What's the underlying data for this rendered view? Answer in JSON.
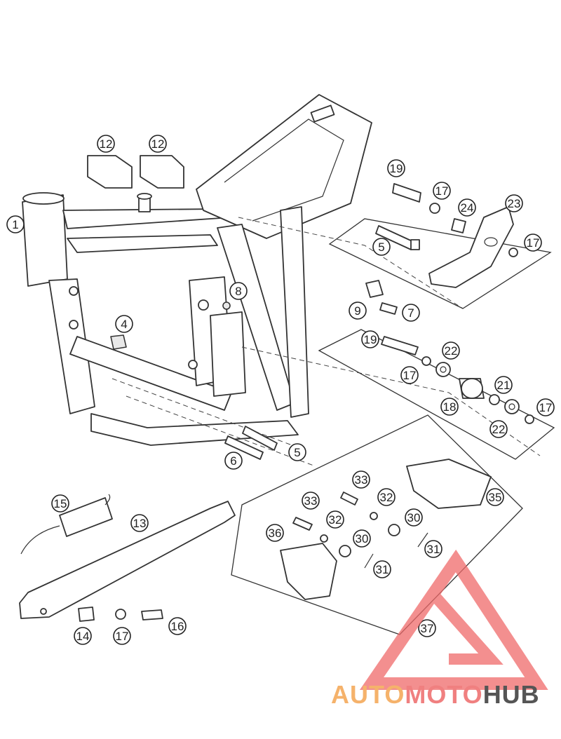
{
  "callouts": [
    {
      "id": "c1",
      "label": "1"
    },
    {
      "id": "c12a",
      "label": "12"
    },
    {
      "id": "c12b",
      "label": "12"
    },
    {
      "id": "c4",
      "label": "4"
    },
    {
      "id": "c8",
      "label": "8"
    },
    {
      "id": "c19a",
      "label": "19"
    },
    {
      "id": "c17a",
      "label": "17"
    },
    {
      "id": "c24",
      "label": "24"
    },
    {
      "id": "c23",
      "label": "23"
    },
    {
      "id": "c5a",
      "label": "5"
    },
    {
      "id": "c17b",
      "label": "17"
    },
    {
      "id": "c9",
      "label": "9"
    },
    {
      "id": "c7",
      "label": "7"
    },
    {
      "id": "c19b",
      "label": "19"
    },
    {
      "id": "c22a",
      "label": "22"
    },
    {
      "id": "c17c",
      "label": "17"
    },
    {
      "id": "c21",
      "label": "21"
    },
    {
      "id": "c18",
      "label": "18"
    },
    {
      "id": "c17d",
      "label": "17"
    },
    {
      "id": "c22b",
      "label": "22"
    },
    {
      "id": "c6",
      "label": "6"
    },
    {
      "id": "c5b",
      "label": "5"
    },
    {
      "id": "c15",
      "label": "15"
    },
    {
      "id": "c13",
      "label": "13"
    },
    {
      "id": "c33a",
      "label": "33"
    },
    {
      "id": "c33b",
      "label": "33"
    },
    {
      "id": "c32a",
      "label": "32"
    },
    {
      "id": "c35",
      "label": "35"
    },
    {
      "id": "c32b",
      "label": "32"
    },
    {
      "id": "c30a",
      "label": "30"
    },
    {
      "id": "c36",
      "label": "36"
    },
    {
      "id": "c30b",
      "label": "30"
    },
    {
      "id": "c31a",
      "label": "31"
    },
    {
      "id": "c31b",
      "label": "31"
    },
    {
      "id": "c37",
      "label": "37"
    },
    {
      "id": "c14",
      "label": "14"
    },
    {
      "id": "c17e",
      "label": "17"
    },
    {
      "id": "c16",
      "label": "16"
    }
  ],
  "watermark": {
    "part1": "AUTO",
    "part2": "MOTO",
    "part3": "HUB",
    "color1": "#f5b26b",
    "color2": "#f08080",
    "color3": "#555555",
    "logo_color": "#f06a6a"
  },
  "colors": {
    "ink": "#333333",
    "paper": "#ffffff"
  }
}
